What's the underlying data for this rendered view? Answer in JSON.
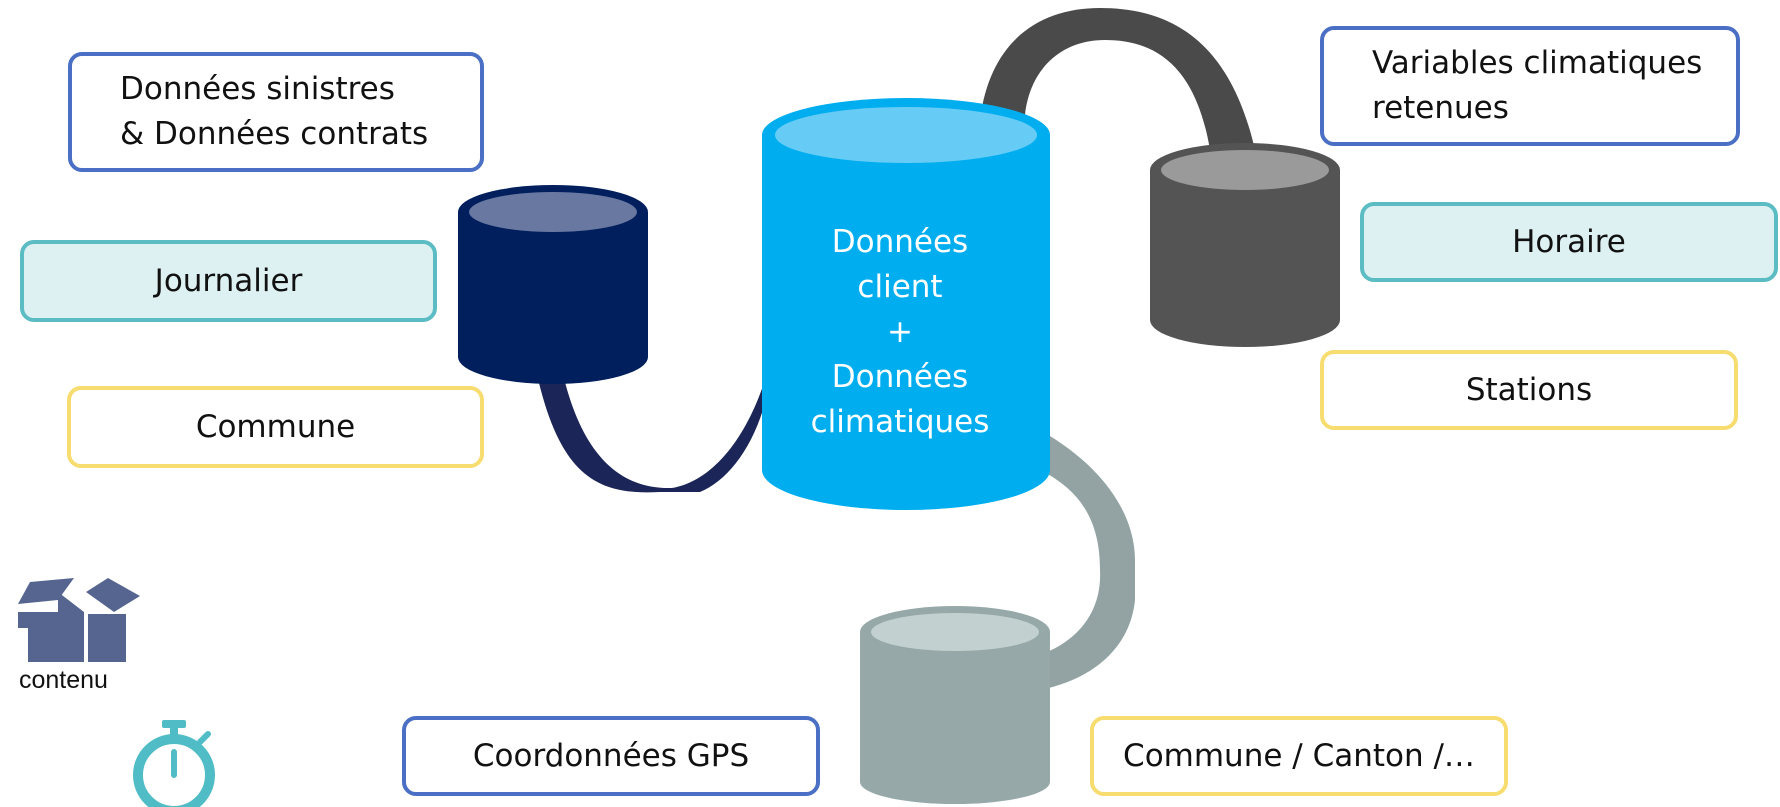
{
  "colors": {
    "navy_cylinder": "#001f5c",
    "center_cylinder": "#00aeef",
    "dark_gray_cylinder": "#545454",
    "light_gray_cylinder": "#97a8a8",
    "box_blue_border": "#4a6fc4",
    "box_teal_border": "#5bbcc4",
    "box_teal_fill": "#ddf1f2",
    "box_yellow_border": "#f7dc6f",
    "icon_blue": "#55658f",
    "icon_teal": "#4fbcc6"
  },
  "center": {
    "label": "Données\nclient\n+\nDonnées\nclimatiques"
  },
  "left": {
    "content": "Données sinistres\n& Données contrats",
    "frequency": "Journalier",
    "location": "Commune"
  },
  "right_top": {
    "content": "Variables climatiques\nretenues",
    "frequency": "Horaire",
    "location": "Stations"
  },
  "bottom": {
    "gps": "Coordonnées GPS",
    "admin": "Commune / Canton /…"
  },
  "legend": {
    "content_icon": "open-box-icon",
    "content_label": "contenu",
    "time_icon": "stopwatch-icon"
  }
}
